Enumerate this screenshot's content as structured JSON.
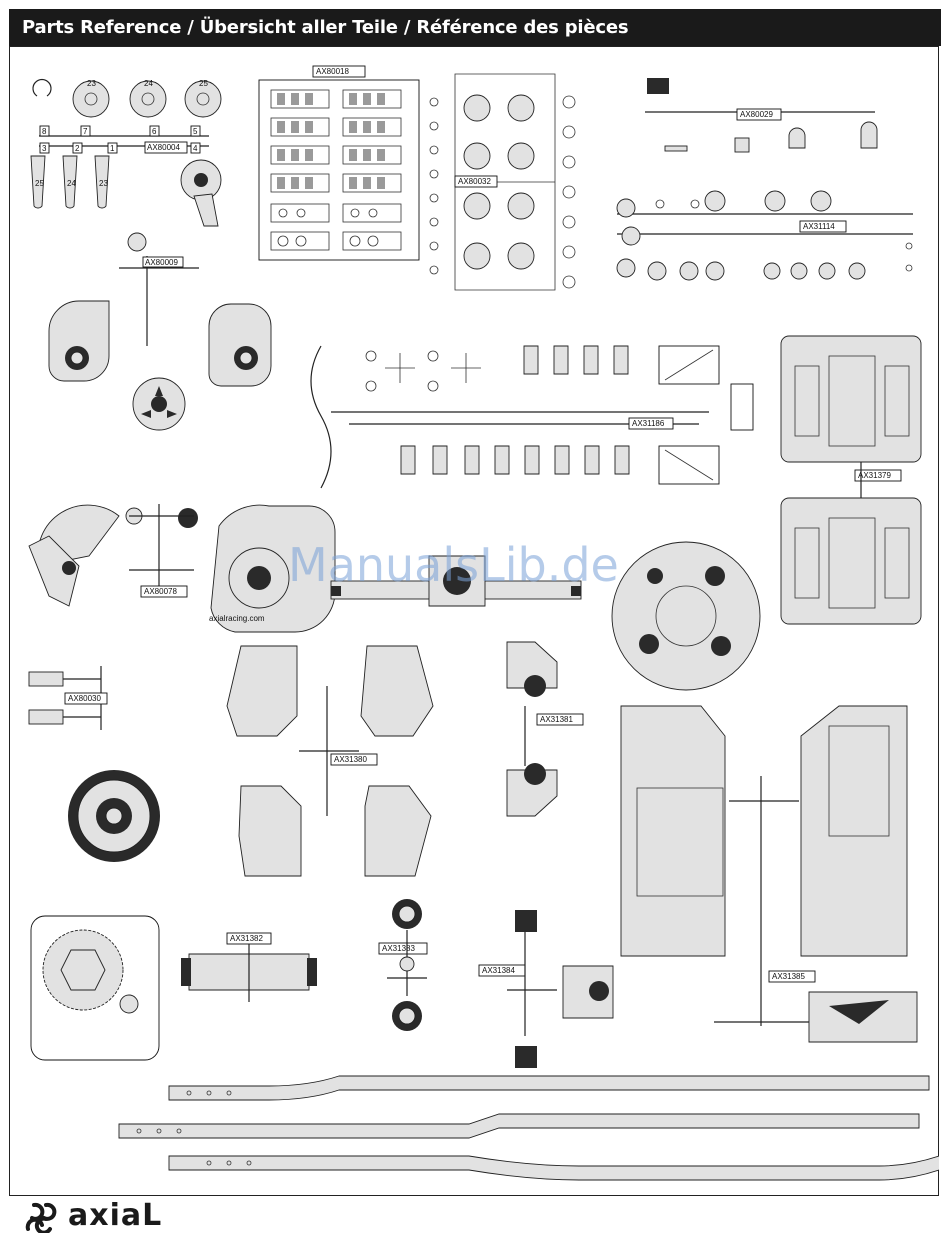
{
  "header": {
    "title": "Parts Reference / Übersicht aller Teile / Référence des pièces"
  },
  "watermark": "ManualsLib.de",
  "brand": "axiaL",
  "parts": {
    "ax80004": "AX80004",
    "ax80018": "AX80018",
    "ax80032": "AX80032",
    "ax80029": "AX80029",
    "ax31114": "AX31114",
    "ax80009": "AX80009",
    "ax31186": "AX31186",
    "ax31379": "AX31379",
    "ax80078": "AX80078",
    "ax80030": "AX80030",
    "ax31380": "AX31380",
    "ax31381": "AX31381",
    "ax31385": "AX31385",
    "ax31382": "AX31382",
    "ax31383": "AX31383",
    "ax31384": "AX31384"
  },
  "gear_numbers": [
    "23",
    "24",
    "25"
  ],
  "servo_horn_numbers": [
    "25",
    "24",
    "23"
  ],
  "motor_plate_text": "axialracing.com"
}
